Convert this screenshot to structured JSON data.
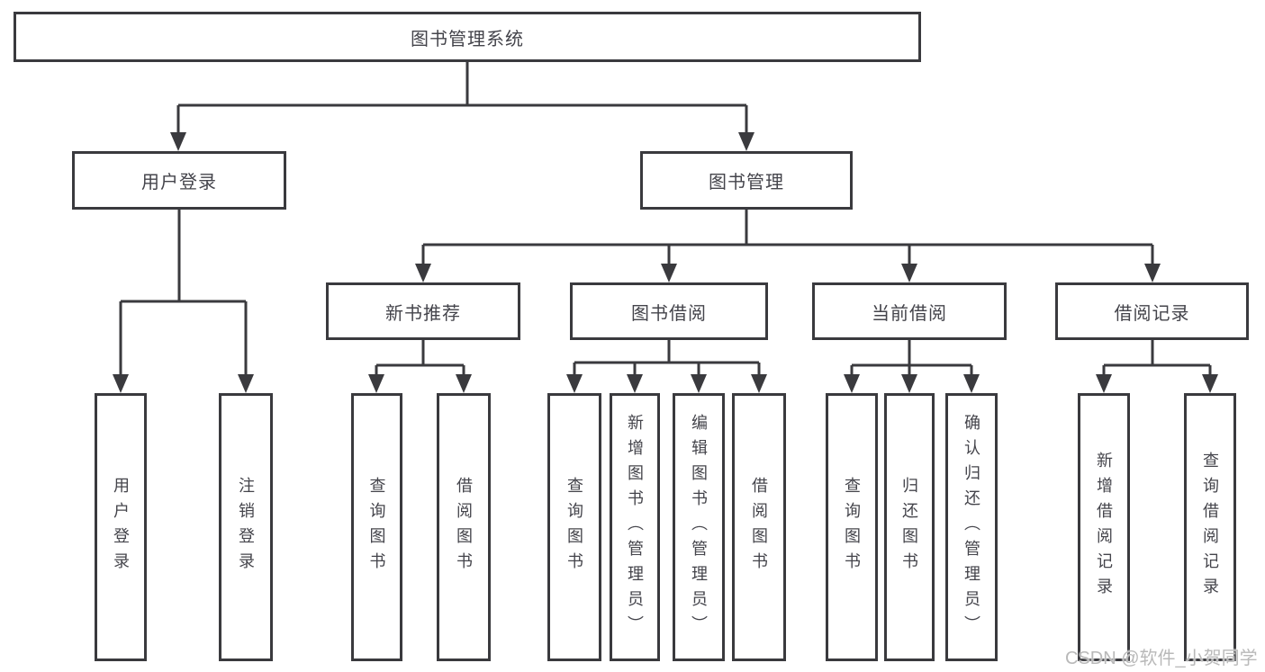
{
  "tree": {
    "root": "图书管理系统",
    "login": {
      "label": "用户登录",
      "leaves": [
        "用户登录",
        "注销登录"
      ]
    },
    "mgmt": {
      "label": "图书管理"
    },
    "recommend": {
      "label": "新书推荐",
      "leaves": [
        "查询图书",
        "借阅图书"
      ]
    },
    "borrow": {
      "label": "图书借阅",
      "leaves": [
        "查询图书",
        "新增图书（管理员）",
        "编辑图书（管理员）",
        "借阅图书"
      ]
    },
    "current": {
      "label": "当前借阅",
      "leaves": [
        "查询图书",
        "归还图书",
        "确认归还（管理员）"
      ]
    },
    "records": {
      "label": "借阅记录",
      "leaves": [
        "新增借阅记录",
        "查询借阅记录"
      ]
    }
  },
  "watermark": "CSDN @软件_小贺同学",
  "colors": {
    "line": "#3a3a3e",
    "text": "#44444b",
    "watermark": "#b9b9b9",
    "background": "#ffffff"
  }
}
